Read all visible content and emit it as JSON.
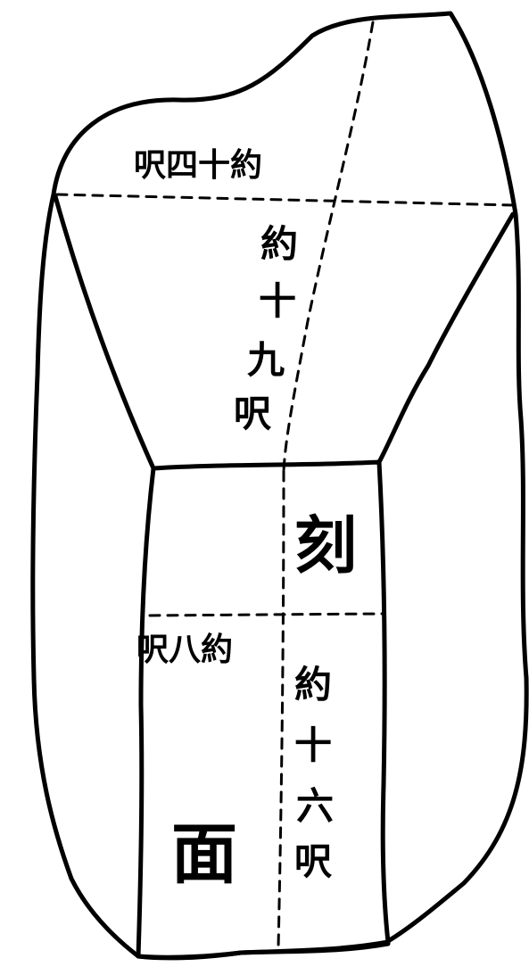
{
  "labels": {
    "top_width": "呎四十約",
    "top_depth_chars": [
      "約",
      "十",
      "九",
      "呎"
    ],
    "engraved": "刻",
    "face_width": "呎八約",
    "face_height_chars": [
      "約",
      "十",
      "六",
      "呎"
    ],
    "face": "面"
  }
}
